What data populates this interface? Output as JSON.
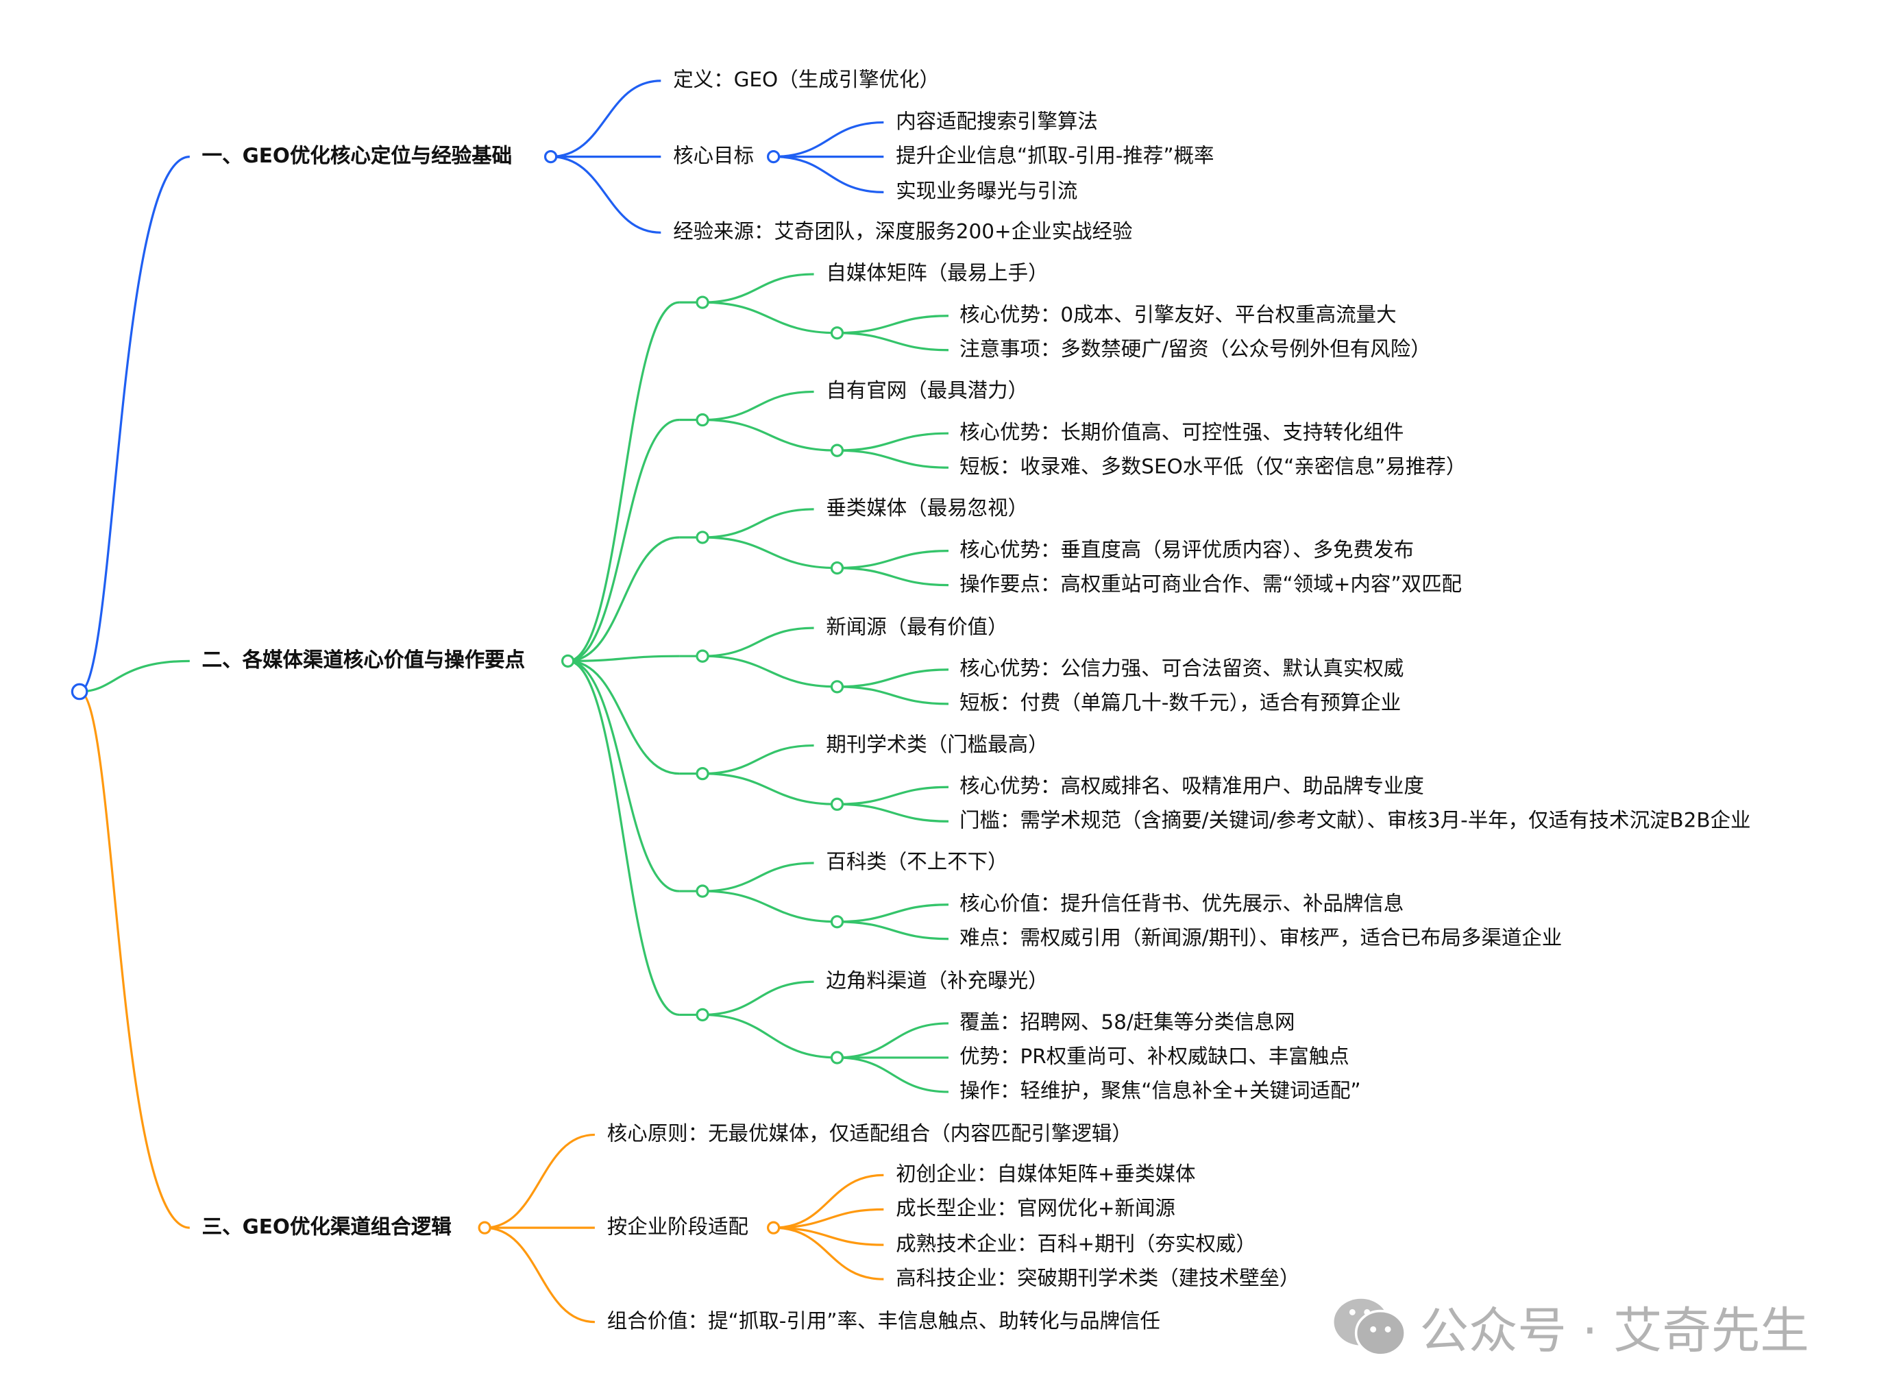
{
  "colors": {
    "blue": "#1f5ff2",
    "green": "#34c46a",
    "orange": "#ff990f",
    "watermark": "#b3b3b3"
  },
  "s1": {
    "title": "一、GEO优化核心定位与经验基础",
    "def": "定义：GEO（生成引擎优化）",
    "goal": "核心目标",
    "goals": [
      "内容适配搜索引擎算法",
      "提升企业信息“抓取-引用-推荐”概率",
      "实现业务曝光与引流"
    ],
    "exp": "经验来源：艾奇团队，深度服务200+企业实战经验"
  },
  "s2": {
    "title": "二、各媒体渠道核心价值与操作要点",
    "groups": [
      {
        "title": "自媒体矩阵（最易上手）",
        "items": [
          "核心优势：0成本、引擎友好、平台权重高流量大",
          "注意事项：多数禁硬广/留资（公众号例外但有风险）"
        ]
      },
      {
        "title": "自有官网（最具潜力）",
        "items": [
          "核心优势：长期价值高、可控性强、支持转化组件",
          "短板：收录难、多数SEO水平低（仅“亲密信息”易推荐）"
        ]
      },
      {
        "title": "垂类媒体（最易忽视）",
        "items": [
          "核心优势：垂直度高（易评优质内容）、多免费发布",
          "操作要点：高权重站可商业合作、需“领域+内容”双匹配"
        ]
      },
      {
        "title": "新闻源（最有价值）",
        "items": [
          "核心优势：公信力强、可合法留资、默认真实权威",
          "短板：付费（单篇几十-数千元），适合有预算企业"
        ]
      },
      {
        "title": "期刊学术类（门槛最高）",
        "items": [
          "核心优势：高权威排名、吸精准用户、助品牌专业度",
          "门槛：需学术规范（含摘要/关键词/参考文献）、审核3月-半年，仅适有技术沉淀B2B企业"
        ]
      },
      {
        "title": "百科类（不上不下）",
        "items": [
          "核心价值：提升信任背书、优先展示、补品牌信息",
          "难点：需权威引用（新闻源/期刊）、审核严，适合已布局多渠道企业"
        ]
      },
      {
        "title": "边角料渠道（补充曝光）",
        "items": [
          "覆盖：招聘网、58/赶集等分类信息网",
          "优势：PR权重尚可、补权威缺口、丰富触点",
          "操作：轻维护，聚焦“信息补全+关键词适配”"
        ]
      }
    ]
  },
  "s3": {
    "title": "三、GEO优化渠道组合逻辑",
    "principle": "核心原则：无最优媒体，仅适配组合（内容匹配引擎逻辑）",
    "stage": "按企业阶段适配",
    "stages": [
      "初创企业：自媒体矩阵+垂类媒体",
      "成长型企业：官网优化+新闻源",
      "成熟技术企业：百科+期刊（夯实权威）",
      "高科技企业：突破期刊学术类（建技术壁垒）"
    ],
    "value": "组合价值：提“抓取-引用”率、丰信息触点、助转化与品牌信任"
  },
  "watermark": {
    "text": "公众号 · 艾奇先生"
  }
}
